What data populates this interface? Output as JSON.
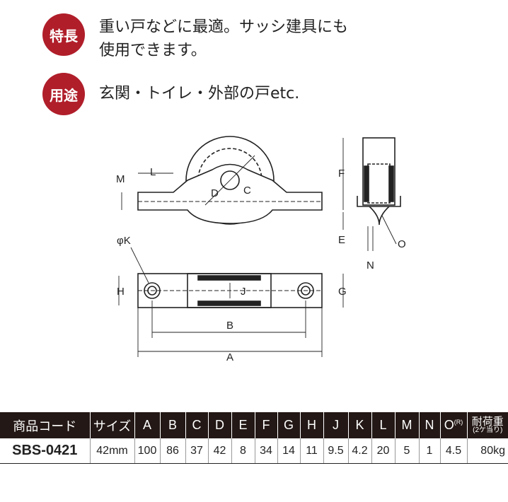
{
  "features": {
    "badge": "特長",
    "text_line1": "重い戸などに最適。サッシ建具にも",
    "text_line2": "使用できます。"
  },
  "usage": {
    "badge": "用途",
    "text": "玄関・トイレ・外部の戸etc."
  },
  "diagram_labels": {
    "L": "L",
    "M": "M",
    "D": "D",
    "C": "C",
    "F": "F",
    "E": "E",
    "O": "O",
    "N": "N",
    "K": "φK",
    "H": "H",
    "J": "J",
    "G": "G",
    "B": "B",
    "A": "A"
  },
  "table": {
    "headers": [
      "商品コード",
      "サイズ",
      "A",
      "B",
      "C",
      "D",
      "E",
      "F",
      "G",
      "H",
      "J",
      "K",
      "L",
      "M",
      "N",
      "O",
      "耐荷重"
    ],
    "o_superscript": "(R)",
    "load_sub": "(2ケ当り)",
    "row": [
      "SBS-0421",
      "42mm",
      "100",
      "86",
      "37",
      "42",
      "8",
      "34",
      "14",
      "11",
      "9.5",
      "4.2",
      "20",
      "5",
      "1",
      "4.5",
      "80kg"
    ]
  }
}
